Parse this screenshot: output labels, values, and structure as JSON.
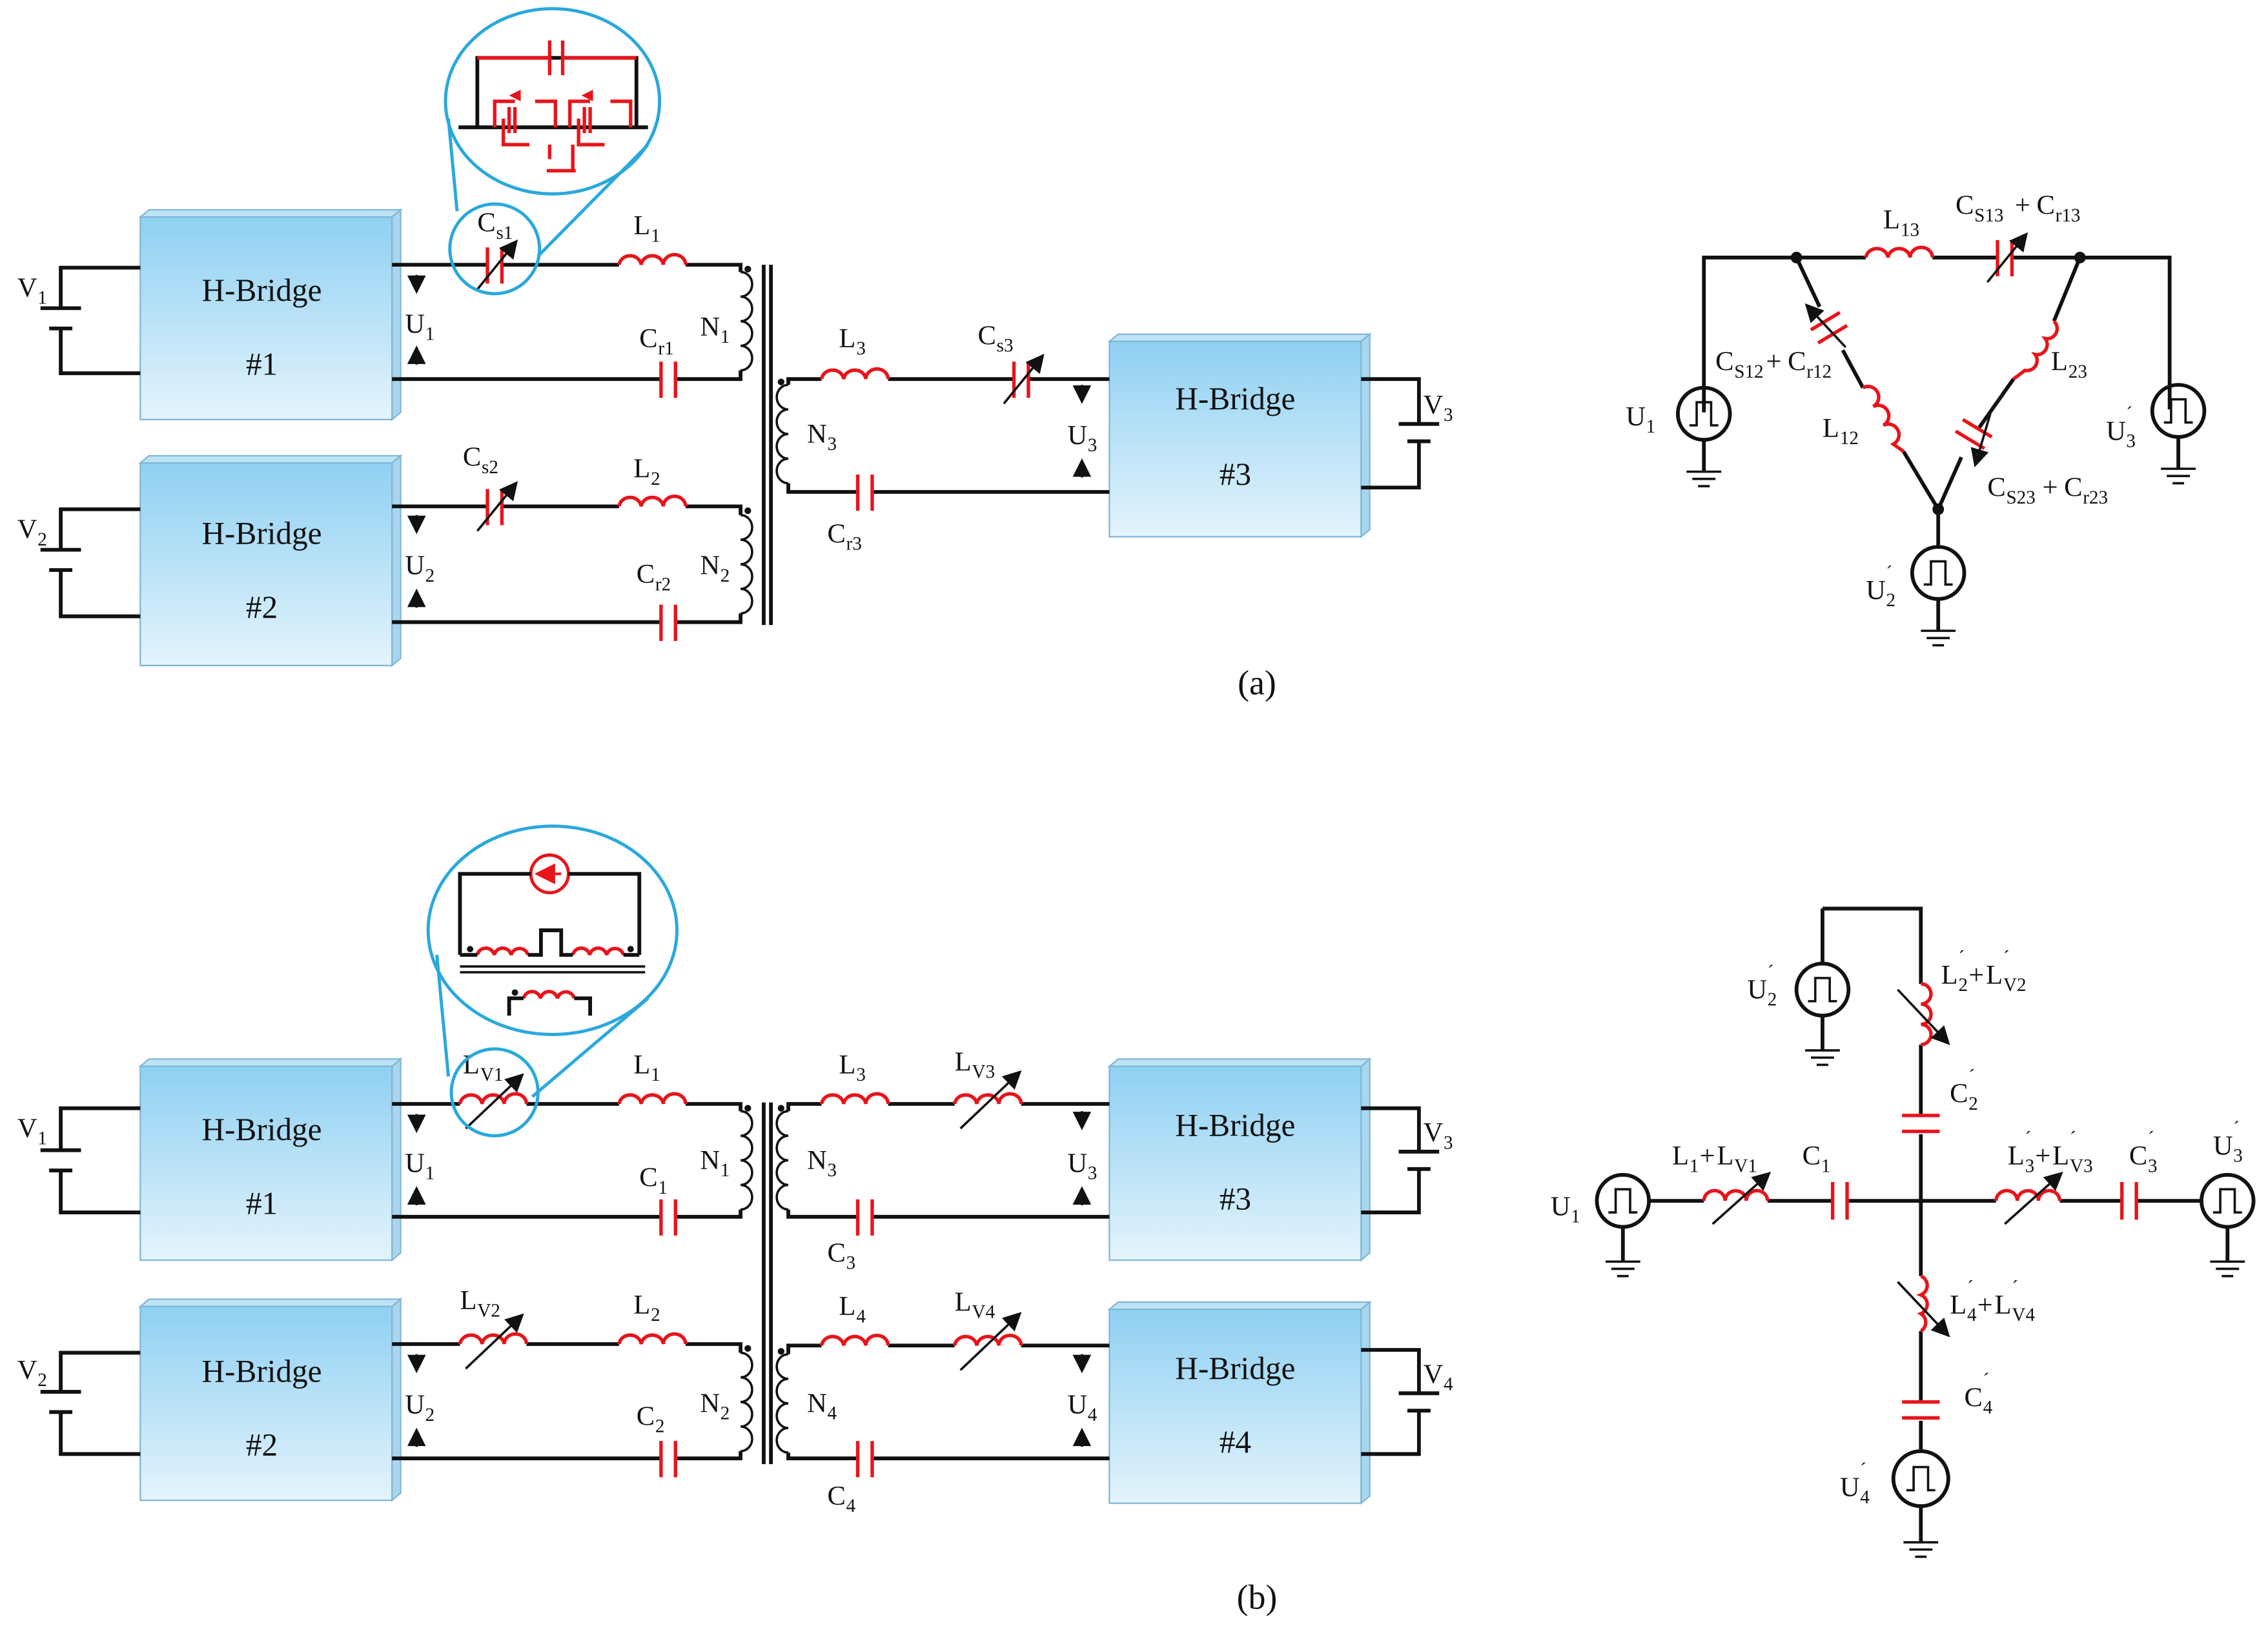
{
  "panels": [
    {
      "id": "a",
      "caption": "(a)",
      "bridges": [
        {
          "title": "H-Bridge",
          "num": "#1"
        },
        {
          "title": "H-Bridge",
          "num": "#2"
        },
        {
          "title": "H-Bridge",
          "num": "#3"
        }
      ],
      "sources": {
        "v1": "V",
        "v1s": "1",
        "v2": "V",
        "v2s": "2",
        "v3": "V",
        "v3s": "3"
      },
      "voltages": {
        "u1": "U",
        "u1s": "1",
        "u2": "U",
        "u2s": "2",
        "u3": "U",
        "u3s": "3"
      },
      "components": {
        "cs1": "C",
        "cs1s": "s1",
        "cs2": "C",
        "cs2s": "s2",
        "cs3": "C",
        "cs3s": "s3",
        "l1": "L",
        "l1s": "1",
        "l2": "L",
        "l2s": "2",
        "l3": "L",
        "l3s": "3",
        "cr1": "C",
        "cr1s": "r1",
        "cr2": "C",
        "cr2s": "r2",
        "cr3": "C",
        "cr3s": "r3",
        "n1": "N",
        "n1s": "1",
        "n2": "N",
        "n2s": "2",
        "n3": "N",
        "n3s": "3"
      },
      "equivalent": {
        "l13": "L",
        "l13s": "13",
        "cs13": "C",
        "cs13s": "S13",
        "plus": "+ ",
        "cr13": "C",
        "cr13s": "r13",
        "cs12": "C",
        "cs12s": "S12",
        "cr12": "C",
        "cr12s": "r12",
        "l12": "L",
        "l12s": "12",
        "l23": "L",
        "l23s": "23",
        "cs23": "C",
        "cs23s": "S23",
        "cr23": "C",
        "cr23s": "r23",
        "u1": "U",
        "u1s": "1",
        "u2": "U",
        "u2s": "2",
        "u3": "U",
        "u3s": "3",
        "prime": "´"
      }
    },
    {
      "id": "b",
      "caption": "(b)",
      "bridges": [
        {
          "title": "H-Bridge",
          "num": "#1"
        },
        {
          "title": "H-Bridge",
          "num": "#2"
        },
        {
          "title": "H-Bridge",
          "num": "#3"
        },
        {
          "title": "H-Bridge",
          "num": "#4"
        }
      ],
      "sources": {
        "v1": "V",
        "v1s": "1",
        "v2": "V",
        "v2s": "2",
        "v3": "V",
        "v3s": "3",
        "v4": "V",
        "v4s": "4"
      },
      "voltages": {
        "u1": "U",
        "u1s": "1",
        "u2": "U",
        "u2s": "2",
        "u3": "U",
        "u3s": "3",
        "u4": "U",
        "u4s": "4"
      },
      "components": {
        "lv1": "L",
        "lv1s": "V1",
        "lv2": "L",
        "lv2s": "V2",
        "lv3": "L",
        "lv3s": "V3",
        "lv4": "L",
        "lv4s": "V4",
        "l1": "L",
        "l1s": "1",
        "l2": "L",
        "l2s": "2",
        "l3": "L",
        "l3s": "3",
        "l4": "L",
        "l4s": "4",
        "c1": "C",
        "c1s": "1",
        "c2": "C",
        "c2s": "2",
        "c3": "C",
        "c3s": "3",
        "c4": "C",
        "c4s": "4",
        "n1": "N",
        "n1s": "1",
        "n2": "N",
        "n2s": "2",
        "n3": "N",
        "n3s": "3",
        "n4": "N",
        "n4s": "4"
      },
      "equivalent": {
        "u1": "U",
        "u1s": "1",
        "u2": "U",
        "u2s": "2",
        "u3": "U",
        "u3s": "3",
        "u4": "U",
        "u4s": "4",
        "l1": "L",
        "l1s": "1",
        "plus": "+",
        "lv1": "L",
        "lv1s": "V1",
        "c1": "C",
        "c1s": "1",
        "l2": "L",
        "l2s": "2",
        "lv2": "L",
        "lv2s": "V2",
        "c2": "C",
        "c2s": "2",
        "l3": "L",
        "l3s": "3",
        "lv3": "L",
        "lv3s": "V3",
        "c3": "C",
        "c3s": "3",
        "l4": "L",
        "l4s": "4",
        "lv4": "L",
        "lv4s": "V4",
        "c4": "C",
        "c4s": "4",
        "prime": "´"
      }
    }
  ]
}
